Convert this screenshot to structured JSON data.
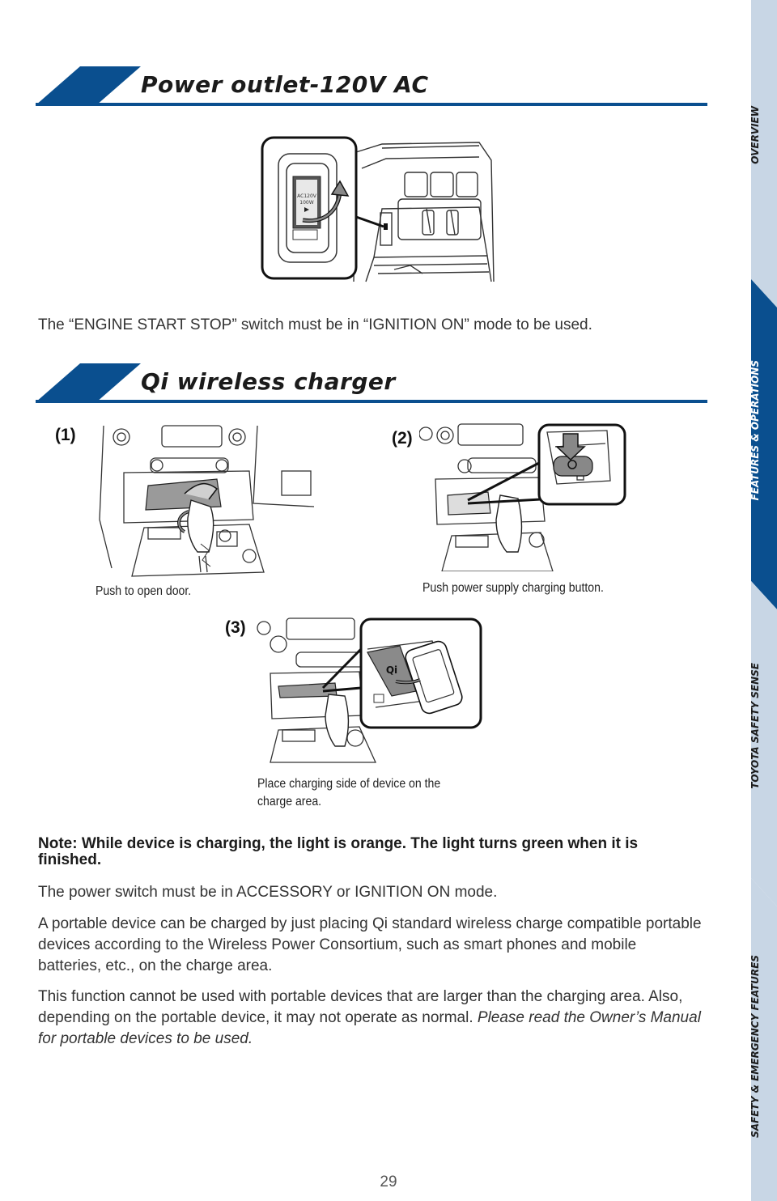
{
  "sections": {
    "power_outlet": {
      "title": "Power outlet-120V AC"
    },
    "qi_charger": {
      "title": "Qi wireless charger"
    }
  },
  "outlet_note": "The “ENGINE START STOP” switch must be in “IGNITION ON” mode to be used.",
  "outlet_label": {
    "line1": "AC120V",
    "line2": "100W"
  },
  "steps": [
    {
      "label": "(1)",
      "caption": "Push to open door."
    },
    {
      "label": "(2)",
      "caption": "Push power supply charging button."
    },
    {
      "label": "(3)",
      "caption_line1": "Place charging side of device on the",
      "caption_line2": "charge area."
    }
  ],
  "note": "Note: While device is charging, the light is orange. The light turns green when it is finished.",
  "paragraphs": {
    "p1": "The power switch must be in ACCESSORY or IGNITION ON mode.",
    "p2": "A portable device can be charged by just placing Qi standard wireless charge compatible portable devices according to the Wireless Power Consortium, such as smart phones and mobile batteries, etc., on the charge area.",
    "p3_normal": "This function cannot be used with portable devices that are larger than the charging area. Also, depending on the portable device, it may not operate as normal. ",
    "p3_italic": "Please read the Owner’s Manual for portable devices to be used."
  },
  "page_number": "29",
  "sidebar": {
    "tabs": [
      {
        "label": "OVERVIEW",
        "active": false
      },
      {
        "label": "FEATURES & OPERATIONS",
        "active": true
      },
      {
        "label": "TOYOTA SAFETY SENSE",
        "active": false
      },
      {
        "label": "SAFETY & EMERGENCY FEATURES",
        "active": false
      }
    ]
  },
  "colors": {
    "brand_blue": "#0a4f8f",
    "tab_inactive": "#c8d6e5",
    "tab_active": "#0a4f8f",
    "text": "#2d2d2d"
  }
}
